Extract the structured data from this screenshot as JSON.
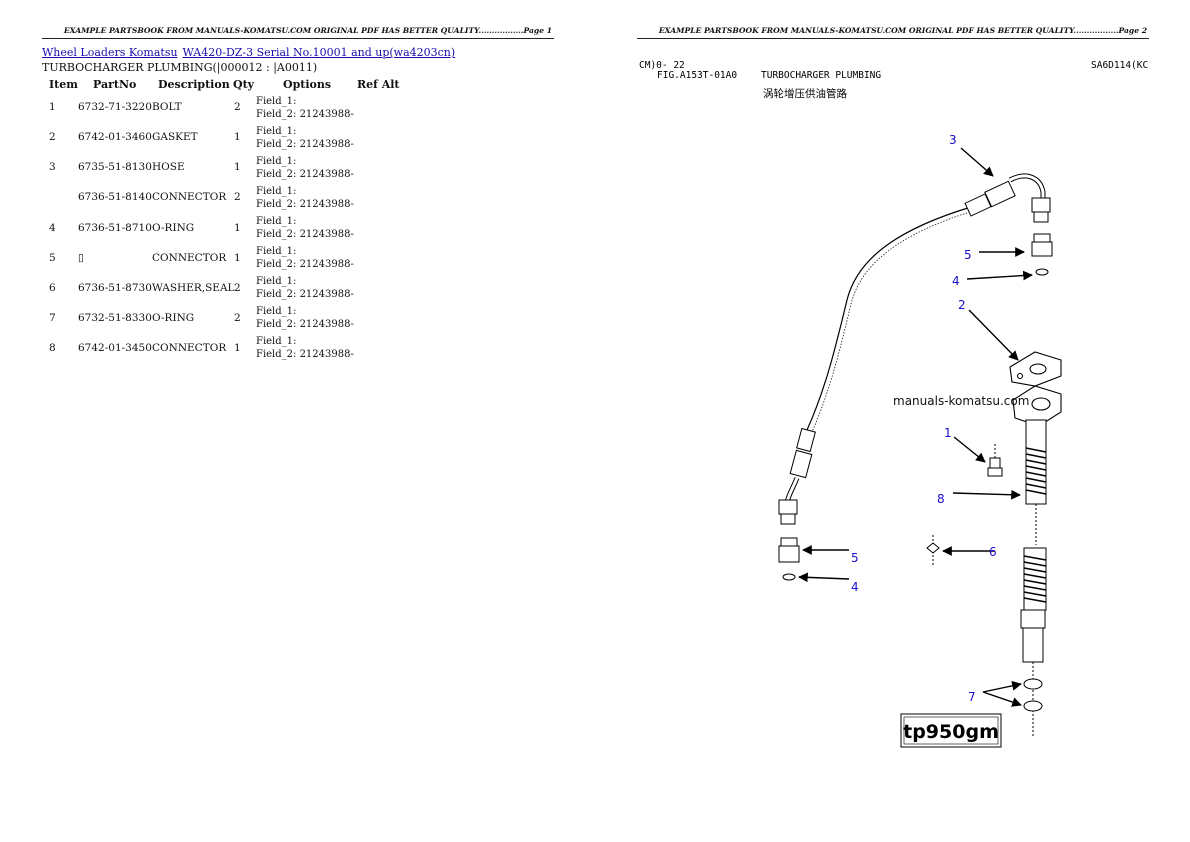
{
  "banner_page1": "EXAMPLE PARTSBOOK FROM MANUALS-KOMATSU.COM ORIGINAL PDF HAS BETTER QUALITY.................Page 1",
  "banner_page2": "EXAMPLE PARTSBOOK FROM MANUALS-KOMATSU.COM ORIGINAL PDF HAS BETTER QUALITY.................Page 2",
  "breadcrumb": {
    "link1": "Wheel Loaders Komatsu",
    "link2": "WA420-DZ-3 Serial No.10001 and up(wa4203cn)"
  },
  "subtitle": "TURBOCHARGER PLUMBING(|000012 : |A0011)",
  "table": {
    "headers": [
      "Item",
      "PartNo",
      "Description",
      "Qty",
      "Options",
      "Ref Alt"
    ],
    "rows": [
      {
        "item": "1",
        "partno": "6732-71-3220",
        "desc": "BOLT",
        "qty": "2",
        "f1": "Field_1:",
        "f2": "Field_2: 21243988-"
      },
      {
        "item": "2",
        "partno": "6742-01-3460",
        "desc": "GASKET",
        "qty": "1",
        "f1": "Field_1:",
        "f2": "Field_2: 21243988-"
      },
      {
        "item": "3",
        "partno": "6735-51-8130",
        "desc": "HOSE",
        "qty": "1",
        "f1": "Field_1:",
        "f2": "Field_2: 21243988-"
      },
      {
        "item": "",
        "partno": "6736-51-8140",
        "desc": "CONNECTOR",
        "qty": "2",
        "f1": "Field_1:",
        "f2": "Field_2: 21243988-"
      },
      {
        "item": "4",
        "partno": "6736-51-8710",
        "desc": "O-RING",
        "qty": "1",
        "f1": "Field_1:",
        "f2": "Field_2: 21243988-"
      },
      {
        "item": "5",
        "partno": "▯",
        "desc": "CONNECTOR",
        "qty": "1",
        "f1": "Field_1:",
        "f2": "Field_2: 21243988-"
      },
      {
        "item": "6",
        "partno": "6736-51-8730",
        "desc": "WASHER,SEAL",
        "qty": "2",
        "f1": "Field_1:",
        "f2": "Field_2: 21243988-"
      },
      {
        "item": "7",
        "partno": "6732-51-8330",
        "desc": "O-RING",
        "qty": "2",
        "f1": "Field_1:",
        "f2": "Field_2: 21243988-"
      },
      {
        "item": "8",
        "partno": "6742-01-3450",
        "desc": "CONNECTOR",
        "qty": "1",
        "f1": "Field_1:",
        "f2": "Field_2: 21243988-"
      }
    ]
  },
  "drawing": {
    "code_left": "CM)0- 22",
    "code_right": "SA6D114(KC",
    "fig_no": "FIG.A153T-01A0",
    "fig_title": "TURBOCHARGER PLUMBING",
    "fig_title_cn": "涡轮增压供油管路",
    "watermark": "manuals-komatsu.com",
    "stamp": "tp950gm",
    "callouts": {
      "c3": "3",
      "c5a": "5",
      "c4a": "4",
      "c2": "2",
      "c1": "1",
      "c8": "8",
      "c5b": "5",
      "c6": "6",
      "c4b": "4",
      "c7": "7"
    }
  }
}
